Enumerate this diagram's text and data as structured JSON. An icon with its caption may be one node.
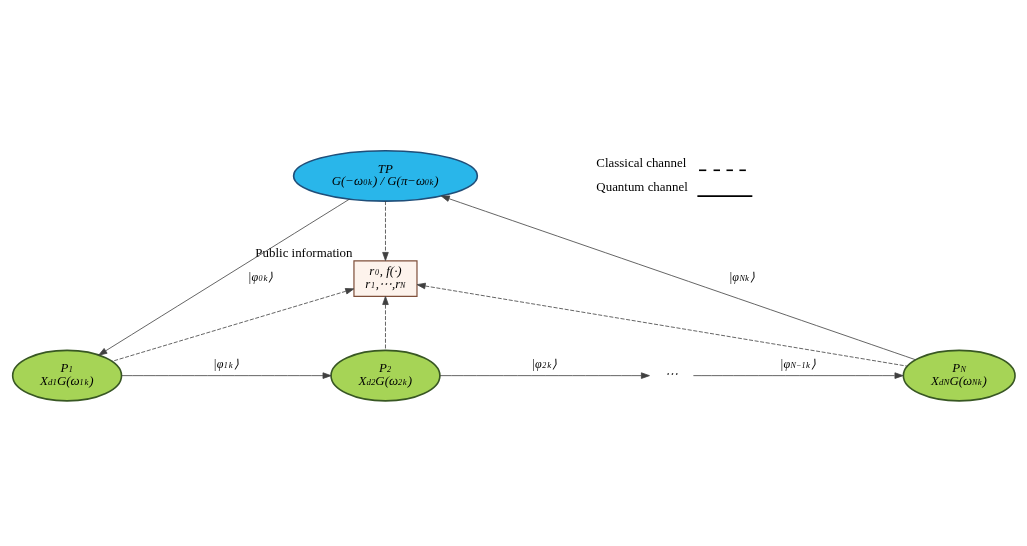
{
  "diagram": {
    "nodes": [
      {
        "text": [
          "TP",
          "G(−ω$_{0}$$^{k}$) / G(π−ω$_{0}$$^{k}$)"
        ]
      },
      {
        "text": [
          "r$_{0}$, f(·)",
          "r$_{1}$,⋯,r$_{N}$"
        ],
        "beside": [
          "Public information"
        ]
      },
      {
        "text": [
          "P$_{1}$",
          "X$^{d1}$G(ω$_{1}$$^{k}$)"
        ]
      },
      {
        "text": [
          "P$_{2}$",
          "X$^{d2}$G(ω$_{2}$$^{k}$)"
        ]
      },
      {
        "text": [
          "⋯"
        ]
      },
      {
        "text": [
          "P$_{N}$",
          "X$^{dN}$G(ω$_{N}$$^{k}$)"
        ]
      }
    ],
    "edges": [
      {
        "from": 0,
        "to": 2,
        "arrow": "to",
        "label": "|φ$_{0}$$^{k}$⟩"
      },
      {
        "from": 5,
        "to": 0,
        "arrow": "to",
        "label": "|φ$_{N}$$^{k}$⟩"
      },
      {
        "from": 0,
        "to": 1,
        "arrow": "to",
        "style": "dashed"
      },
      {
        "from": 2,
        "to": 1,
        "arrow": "to",
        "style": "dashed"
      },
      {
        "from": 3,
        "to": 1,
        "arrow": "to",
        "style": "dashed"
      },
      {
        "from": 5,
        "to": 1,
        "arrow": "to",
        "style": "dashed"
      },
      {
        "from": 2,
        "to": 3,
        "arrow": "to",
        "label": "|φ$_{1}$$^{k}$⟩"
      },
      {
        "from": 3,
        "to": 4,
        "arrow": "to",
        "label": "|φ$_{2}$$^{k}$⟩"
      },
      {
        "from": 4,
        "to": 5,
        "arrow": "to",
        "label": "|φ$_{N−1}$$^{k}$⟩"
      }
    ],
    "legend": [
      {
        "text": "Classical channel"
      },
      {
        "text": "Quantum channel"
      }
    ]
  }
}
